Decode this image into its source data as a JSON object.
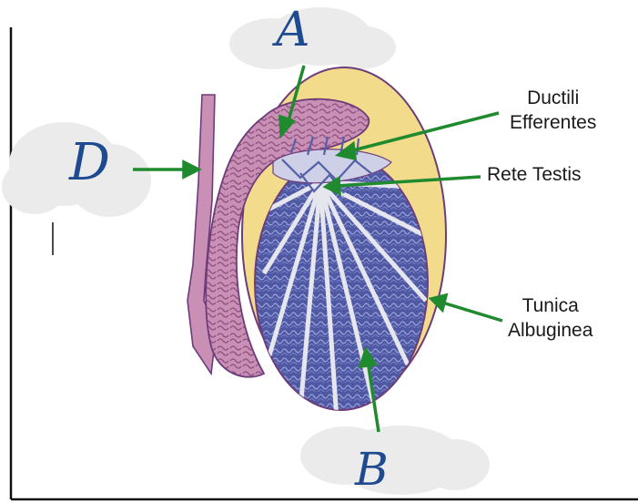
{
  "labels": {
    "ductili_line1": "Ductili",
    "ductili_line2": "Efferentes",
    "rete_testis": "Rete Testis",
    "tunica_line1": "Tunica",
    "tunica_line2": "Albuginea"
  },
  "handwritten": {
    "a": "A",
    "b": "B",
    "d": "D"
  },
  "colors": {
    "arrow": "#1f8a2e",
    "tunica": "#f2dc8c",
    "epididymis": "#c98fb5",
    "lobules": "#5560a8",
    "outline": "#6d3c7a",
    "handwriting": "#1e4b8f"
  }
}
